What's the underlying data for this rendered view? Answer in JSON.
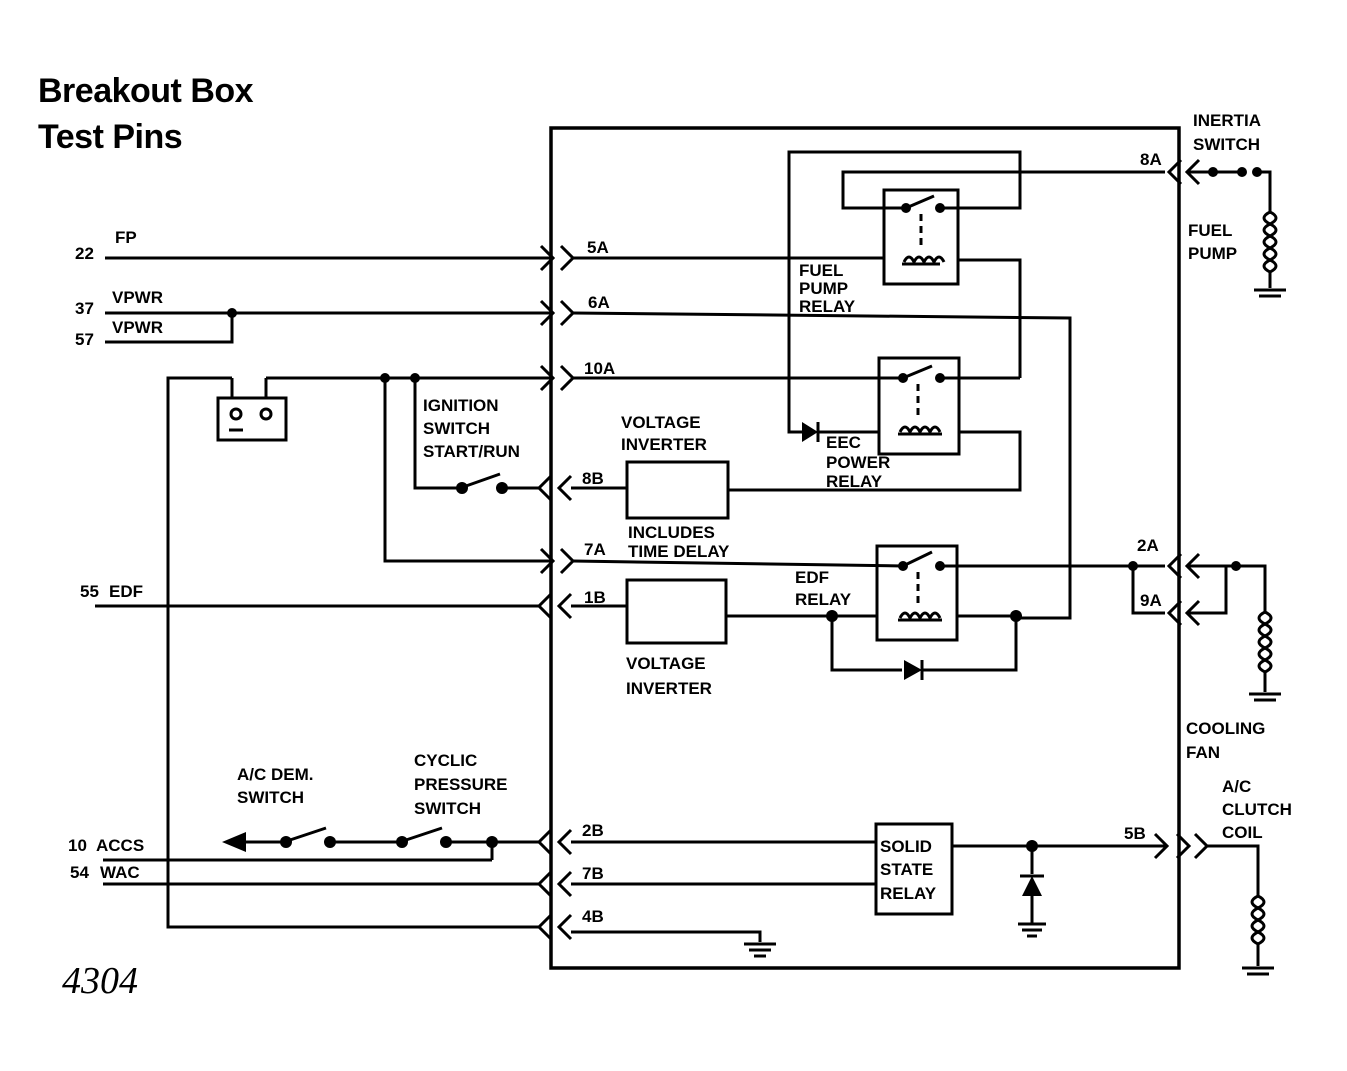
{
  "title": {
    "line1": "Breakout Box",
    "line2": "Test Pins"
  },
  "figure_number": "4304",
  "left_pins": {
    "fp": {
      "num": "22",
      "name": "FP"
    },
    "vpwr1": {
      "num": "37",
      "name": "VPWR"
    },
    "vpwr2": {
      "num": "57",
      "name": "VPWR"
    },
    "edf": {
      "num": "55",
      "name": "EDF"
    },
    "accs": {
      "num": "10",
      "name": "ACCS"
    },
    "wac": {
      "num": "54",
      "name": "WAC"
    }
  },
  "connectors": {
    "c5a": "5A",
    "c6a": "6A",
    "c10a": "10A",
    "c8b": "8B",
    "c7a": "7A",
    "c1b": "1B",
    "c2b": "2B",
    "c7b": "7B",
    "c4b": "4B",
    "c8a": "8A",
    "c2a": "2A",
    "c9a": "9A",
    "c5b": "5B"
  },
  "components": {
    "ignition_switch": [
      "IGNITION",
      "SWITCH",
      "START/RUN"
    ],
    "voltage_inverter_top": [
      "VOLTAGE",
      "INVERTER"
    ],
    "includes_time_delay": [
      "INCLUDES",
      "TIME DELAY"
    ],
    "voltage_inverter_bottom": [
      "VOLTAGE",
      "INVERTER"
    ],
    "fuel_pump_relay": [
      "FUEL",
      "PUMP",
      "RELAY"
    ],
    "eec_power_relay": [
      "EEC",
      "POWER",
      "RELAY"
    ],
    "edf_relay": [
      "EDF",
      "RELAY"
    ],
    "solid_state_relay": [
      "SOLID",
      "STATE",
      "RELAY"
    ],
    "ac_dem_switch": [
      "A/C DEM.",
      "SWITCH"
    ],
    "cyclic_pressure_switch": [
      "CYCLIC",
      "PRESSURE",
      "SWITCH"
    ],
    "inertia_switch": [
      "INERTIA",
      "SWITCH"
    ],
    "fuel_pump": [
      "FUEL",
      "PUMP"
    ],
    "cooling_fan": [
      "COOLING",
      "FAN"
    ],
    "ac_clutch_coil": [
      "A/C",
      "CLUTCH",
      "COIL"
    ]
  }
}
